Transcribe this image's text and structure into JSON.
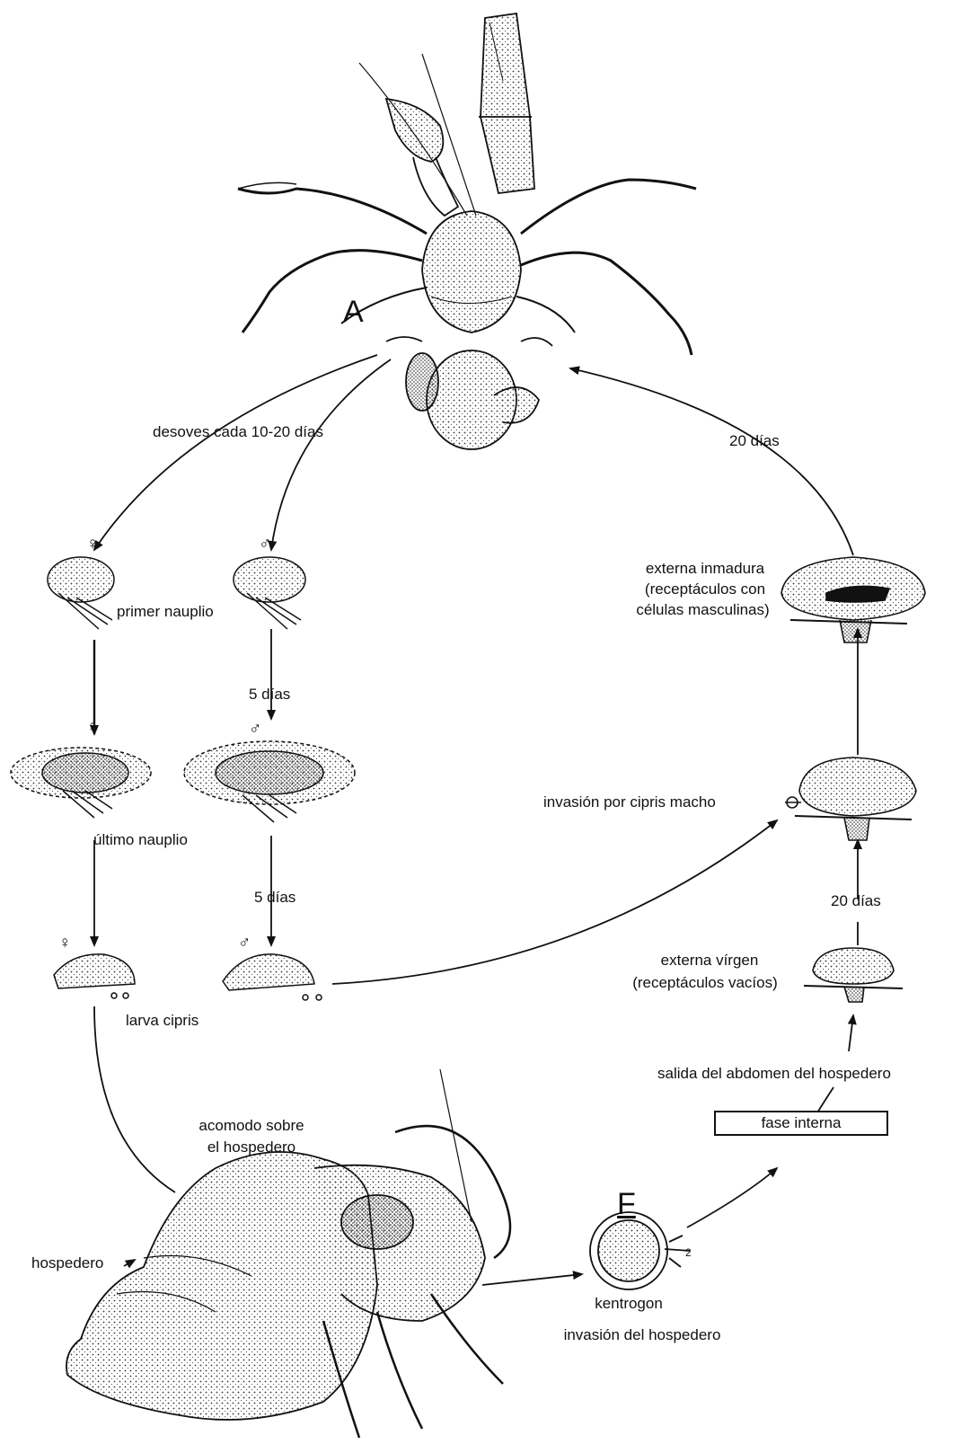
{
  "letters": {
    "adult": "A",
    "kentrogon": "F"
  },
  "labels": {
    "spawning": "desoves cada 10-20 días",
    "days20_top": "20 días",
    "female1": "♀",
    "male1": "♂",
    "first_nauplius": "primer nauplio",
    "days5_a": "5 días",
    "female2": "♀",
    "male2": "♂",
    "last_nauplius": "último nauplio",
    "days5_b": "5 días",
    "female3": "♀",
    "male3": "♂",
    "cypris": "larva cipris",
    "settle_line1": "acomodo sobre",
    "settle_line2": "el hospedero",
    "host": "hospedero",
    "kentrogon": "kentrogon",
    "host_invasion": "invasión del hospedero",
    "internal_phase": "fase interna",
    "emergence": "salida del abdomen del hospedero",
    "virgin_line1": "externa vírgen",
    "virgin_line2": "(receptáculos vacíos)",
    "days20_right": "20 días",
    "male_invasion": "invasión por cipris macho",
    "immature_line1": "externa inmadura",
    "immature_line2": "(receptáculos con",
    "immature_line3": "células masculinas)",
    "kentrogon_mark": "2"
  }
}
